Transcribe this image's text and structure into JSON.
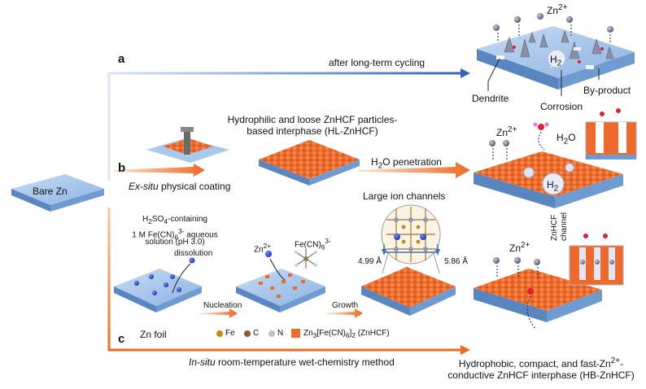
{
  "panels": {
    "a": "a",
    "b": "b",
    "c": "c"
  },
  "bare_zn": "Bare Zn",
  "path_a": {
    "caption": "after long-term cycling",
    "zn_ion": "Zn",
    "zn_ion_sup": "2+",
    "h2": "H",
    "h2_sub": "2",
    "dendrite": "Dendrite",
    "corrosion": "Corrosion",
    "byproduct": "By-product"
  },
  "path_b": {
    "title_line1": "Hydrophilic and loose ZnHCF particles-",
    "title_line2": "based interphase (HL-ZnHCF)",
    "method_italic": "Ex-situ",
    "method_rest": " physical coating",
    "penetration_pre": "H",
    "penetration_sub": "2",
    "penetration_post": "O penetration",
    "zn_ion": "Zn",
    "zn_ion_sup": "2+",
    "h2o_pre": "H",
    "h2o_sub": "2",
    "h2o_post": "O",
    "h2": "H",
    "h2_sub": "2"
  },
  "path_c": {
    "solution_l1_pre": "H",
    "solution_l1_sub": "2",
    "solution_l1_mid": "SO",
    "solution_l1_sub2": "4",
    "solution_l1_post": "-containing",
    "solution_l2_pre": "1 M Fe(CN)",
    "solution_l2_sub": "6",
    "solution_l2_sup": "3-",
    "solution_l2_post": " aqueous",
    "solution_l3": "solution (pH 3.0)",
    "dissolution": "dissolution",
    "zn_foil": "Zn foil",
    "zn_ion": "Zn",
    "zn_ion_sup": "2+",
    "fecn_pre": "Fe(CN)",
    "fecn_sub": "6",
    "fecn_sup": "3-",
    "nucleation": "Nucleation",
    "growth": "Growth",
    "channels_title": "Large ion channels",
    "dim1": "4.99 Å",
    "dim2": "5.86 Å",
    "channel_label_l1": "ZnHCF",
    "channel_label_l2": "channel",
    "zn_ion_right": "Zn",
    "zn_ion_right_sup": "2+",
    "method_italic": "In-situ",
    "method_rest": " room-temperature wet-chemistry method",
    "result_l1": "Hydrophobic, compact, and fast-Zn",
    "result_l1_sup": "2+",
    "result_l1_post": "-",
    "result_l2": "conductive ZnHCF interphase (HB-ZnHCF)"
  },
  "legend": {
    "fe": "Fe",
    "c": "C",
    "n": "N",
    "formula_pre": "Zn",
    "formula_sub1": "3",
    "formula_mid": "[Fe(CN)",
    "formula_sub2": "6",
    "formula_post": "]",
    "formula_sub3": "2",
    "formula_name": " (ZnHCF)"
  },
  "colors": {
    "zn_top": "#a8c8ec",
    "zn_side": "#6f9bd1",
    "zn_front": "#5a86c0",
    "coating": "#ee6a2c",
    "coating_dark": "#c8501a",
    "arrow_blue": "#3f72c4",
    "arrow_orange": "#ee7a2c",
    "ion": "#6b6f86"
  }
}
